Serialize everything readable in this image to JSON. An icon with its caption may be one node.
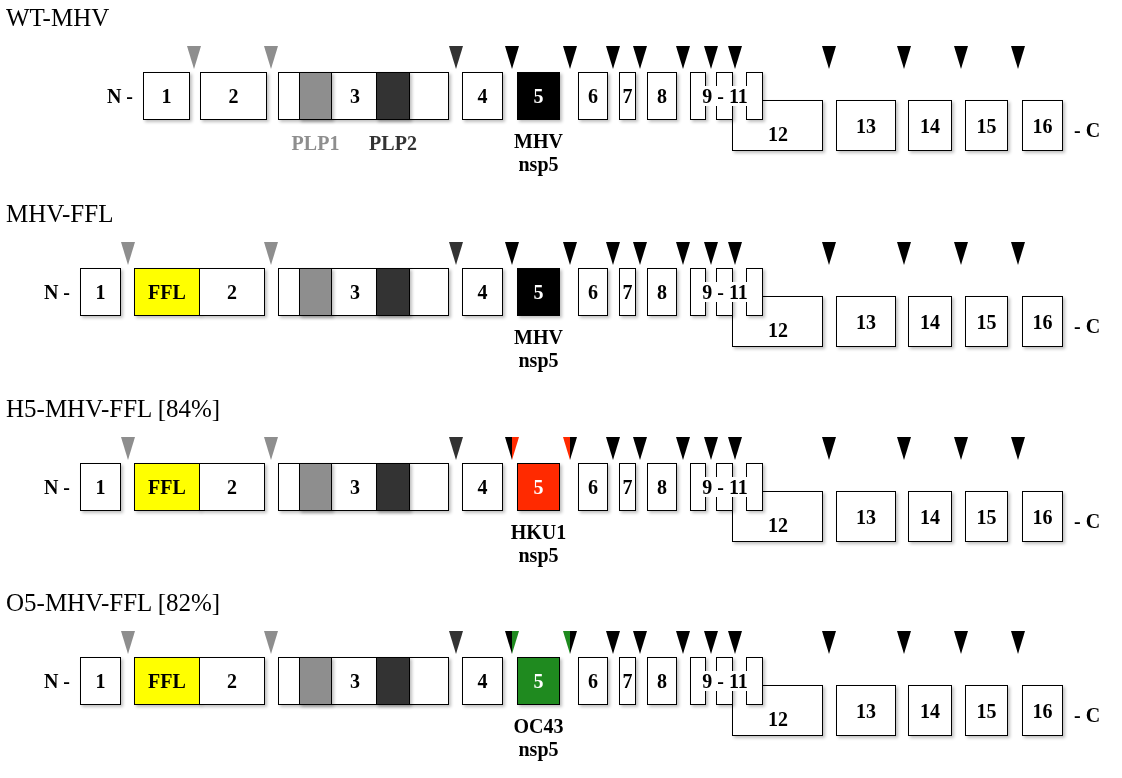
{
  "diagram": {
    "nodes": [
      {
        "text": [
          "WT-MHV",
          "N -",
          "- C"
        ]
      },
      {
        "text": [
          "1"
        ],
        "in": 0
      },
      {
        "text": [
          "2"
        ],
        "in": 0
      },
      {
        "text": [
          "3"
        ],
        "in": 0
      },
      {
        "text": [],
        "shape": "box",
        "in": 3,
        "beside": [
          "PLP1"
        ]
      },
      {
        "text": [],
        "shape": "box",
        "in": 3,
        "beside": [
          "PLP2"
        ]
      },
      {
        "text": [
          "4"
        ],
        "in": 0
      },
      {
        "text": [
          "5"
        ],
        "in": 0,
        "beside": [
          "MHV nsp5"
        ]
      },
      {
        "text": [
          "6"
        ],
        "in": 0
      },
      {
        "text": [
          "7"
        ],
        "in": 0
      },
      {
        "text": [
          "8"
        ],
        "in": 0
      },
      {
        "text": [],
        "shape": "box",
        "in": 0
      },
      {
        "text": [],
        "shape": "box",
        "in": 0
      },
      {
        "text": [],
        "shape": "box",
        "in": 0
      },
      {
        "text": [
          "12"
        ],
        "in": 0
      },
      {
        "text": [
          "13"
        ],
        "in": 0
      },
      {
        "text": [
          "14"
        ],
        "in": 0
      },
      {
        "text": [
          "15"
        ],
        "in": 0
      },
      {
        "text": [
          "16"
        ],
        "in": 0
      },
      {
        "text": [
          "MHV-FFL",
          "N -",
          "- C"
        ]
      },
      {
        "text": [
          "1"
        ],
        "in": 19
      },
      {
        "text": [
          "FFL"
        ],
        "in": 19
      },
      {
        "text": [
          "2"
        ],
        "in": 19
      },
      {
        "text": [
          "3"
        ],
        "in": 19
      },
      {
        "text": [],
        "shape": "box",
        "in": 23
      },
      {
        "text": [],
        "shape": "box",
        "in": 23
      },
      {
        "text": [
          "4"
        ],
        "in": 19
      },
      {
        "text": [
          "5"
        ],
        "in": 19,
        "beside": [
          "MHV nsp5"
        ]
      },
      {
        "text": [
          "6"
        ],
        "in": 19
      },
      {
        "text": [
          "7"
        ],
        "in": 19
      },
      {
        "text": [
          "8"
        ],
        "in": 19
      },
      {
        "text": [],
        "shape": "box",
        "in": 19
      },
      {
        "text": [],
        "shape": "box",
        "in": 19
      },
      {
        "text": [],
        "shape": "box",
        "in": 19
      },
      {
        "text": [
          "12"
        ],
        "in": 19
      },
      {
        "text": [
          "13"
        ],
        "in": 19
      },
      {
        "text": [
          "14"
        ],
        "in": 19
      },
      {
        "text": [
          "15"
        ],
        "in": 19
      },
      {
        "text": [
          "16"
        ],
        "in": 19
      },
      {
        "text": [
          "H5-MHV-FFL [84%]",
          "N -",
          "- C"
        ]
      },
      {
        "text": [
          "1"
        ],
        "in": 39
      },
      {
        "text": [
          "FFL"
        ],
        "in": 39
      },
      {
        "text": [
          "2"
        ],
        "in": 39
      },
      {
        "text": [
          "3"
        ],
        "in": 39
      },
      {
        "text": [],
        "shape": "box",
        "in": 43
      },
      {
        "text": [],
        "shape": "box",
        "in": 43
      },
      {
        "text": [
          "4"
        ],
        "in": 39
      },
      {
        "text": [
          "5"
        ],
        "in": 39,
        "beside": [
          "HKU1 nsp5"
        ]
      },
      {
        "text": [
          "6"
        ],
        "in": 39
      },
      {
        "text": [
          "7"
        ],
        "in": 39
      },
      {
        "text": [
          "8"
        ],
        "in": 39
      },
      {
        "text": [],
        "shape": "box",
        "in": 39
      },
      {
        "text": [],
        "shape": "box",
        "in": 39
      },
      {
        "text": [],
        "shape": "box",
        "in": 39
      },
      {
        "text": [
          "12"
        ],
        "in": 39
      },
      {
        "text": [
          "13"
        ],
        "in": 39
      },
      {
        "text": [
          "14"
        ],
        "in": 39
      },
      {
        "text": [
          "15"
        ],
        "in": 39
      },
      {
        "text": [
          "16"
        ],
        "in": 39
      },
      {
        "text": [
          "O5-MHV-FFL [82%]",
          "N -",
          "- C"
        ]
      },
      {
        "text": [
          "1"
        ],
        "in": 59
      },
      {
        "text": [
          "FFL"
        ],
        "in": 59
      },
      {
        "text": [
          "2"
        ],
        "in": 59
      },
      {
        "text": [
          "3"
        ],
        "in": 59
      },
      {
        "text": [],
        "shape": "box",
        "in": 63
      },
      {
        "text": [],
        "shape": "box",
        "in": 63
      },
      {
        "text": [
          "4"
        ],
        "in": 59
      },
      {
        "text": [
          "5"
        ],
        "in": 59,
        "beside": [
          "OC43 nsp5"
        ]
      },
      {
        "text": [
          "6"
        ],
        "in": 59
      },
      {
        "text": [
          "7"
        ],
        "in": 59
      },
      {
        "text": [
          "8"
        ],
        "in": 59
      },
      {
        "text": [],
        "shape": "box",
        "in": 59
      },
      {
        "text": [],
        "shape": "box",
        "in": 59
      },
      {
        "text": [],
        "shape": "box",
        "in": 59
      },
      {
        "text": [
          "12"
        ],
        "in": 59
      },
      {
        "text": [
          "13"
        ],
        "in": 59
      },
      {
        "text": [
          "14"
        ],
        "in": 59
      },
      {
        "text": [
          "15"
        ],
        "in": 59
      },
      {
        "text": [
          "16"
        ],
        "in": 59
      }
    ],
    "labels": [
      "9 - 11",
      "9 - 11",
      "9 - 11",
      "9 - 11"
    ]
  }
}
